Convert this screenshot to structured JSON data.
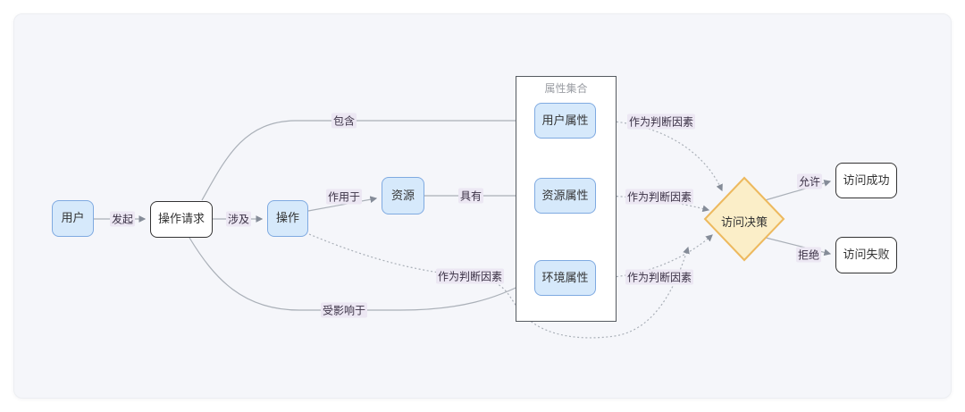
{
  "diagram": {
    "nodes": {
      "user": {
        "label": "用户"
      },
      "op_request": {
        "label": "操作请求"
      },
      "operation": {
        "label": "操作"
      },
      "resource": {
        "label": "资源"
      },
      "user_attr": {
        "label": "用户属性"
      },
      "res_attr": {
        "label": "资源属性"
      },
      "env_attr": {
        "label": "环境属性"
      },
      "decision": {
        "label": "访问决策"
      },
      "success": {
        "label": "访问成功"
      },
      "failure": {
        "label": "访问失败"
      }
    },
    "container": {
      "title": "属性集合"
    },
    "edge_labels": {
      "initiate": "发起",
      "involve": "涉及",
      "act_on": "作用于",
      "has": "具有",
      "contains": "包含",
      "affected_by": "受影响于",
      "factor_from_operation": "作为判断因素",
      "factor_from_user_attr": "作为判断因素",
      "factor_from_res_attr": "作为判断因素",
      "factor_from_env_attr": "作为判断因素",
      "allow": "允许",
      "deny": "拒绝"
    }
  },
  "colors": {
    "edge": "#aab0b8",
    "arrowhead": "#858c98",
    "node_blue_fill": "#d6e9fb",
    "node_blue_border": "#7faae1",
    "node_white_border": "#333333",
    "diamond_fill": "#fbeec8",
    "diamond_border": "#edb95e",
    "edge_label_color": "#3a3145",
    "edge_label_bg": "#ece7f3",
    "container_title": "#9a9da3",
    "card_bg": "#f5f6fa"
  }
}
